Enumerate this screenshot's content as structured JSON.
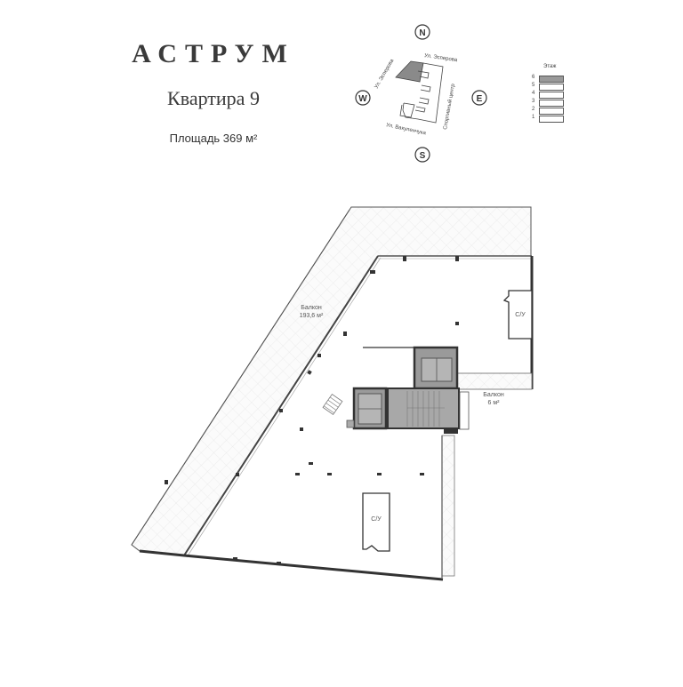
{
  "header": {
    "brand": "АСТРУМ",
    "apartment": "Квартира 9",
    "area": "Площадь 369 м²"
  },
  "compass": {
    "north": "N",
    "south": "S",
    "east": "E",
    "west": "W",
    "streets": {
      "top": "Ул. Эсперова",
      "left": "Ул. Эсперова",
      "bottom": "Ул. Вакуленчука",
      "right": "Спортивный центр"
    },
    "highlight_color": "#8a8a8a"
  },
  "floor_selector": {
    "title": "Этаж",
    "floors": [
      "6",
      "5",
      "4",
      "3",
      "2",
      "1"
    ],
    "selected": "6",
    "selected_color": "#999999"
  },
  "plan": {
    "balcony_large": {
      "label": "Балкон",
      "area": "193,6 м²"
    },
    "balcony_small": {
      "label": "Балкон",
      "area": "6 м²"
    },
    "bathroom_upper": {
      "label": "С/У"
    },
    "bathroom_lower": {
      "label": "С/У"
    },
    "wall_color": "#333333",
    "core_color": "#9a9a9a"
  }
}
